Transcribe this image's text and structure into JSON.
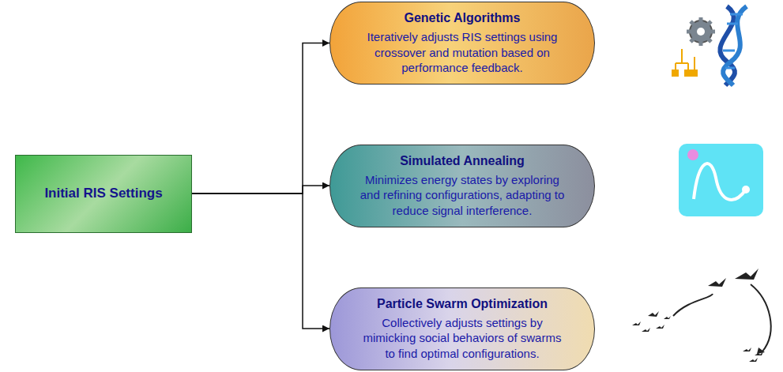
{
  "diagram": {
    "nodes": [
      {
        "text": [
          "Initial RIS Settings"
        ]
      },
      {
        "text": [
          "Genetic Algorithms",
          "Iteratively adjusts RIS settings using crossover and mutation based on performance feedback."
        ]
      },
      {
        "text": [
          "Simulated Annealing",
          "Minimizes energy states by exploring and refining configurations, adapting to reduce signal interference."
        ]
      },
      {
        "text": [
          "Particle Swarm Optimization",
          "Collectively adjusts settings by mimicking social behaviors of swarms to find optimal configurations."
        ]
      }
    ],
    "edges": [
      {
        "from": 0,
        "to": 1,
        "arrow": "to"
      },
      {
        "from": 0,
        "to": 2,
        "arrow": "to"
      },
      {
        "from": 0,
        "to": 3,
        "arrow": "to"
      }
    ]
  }
}
